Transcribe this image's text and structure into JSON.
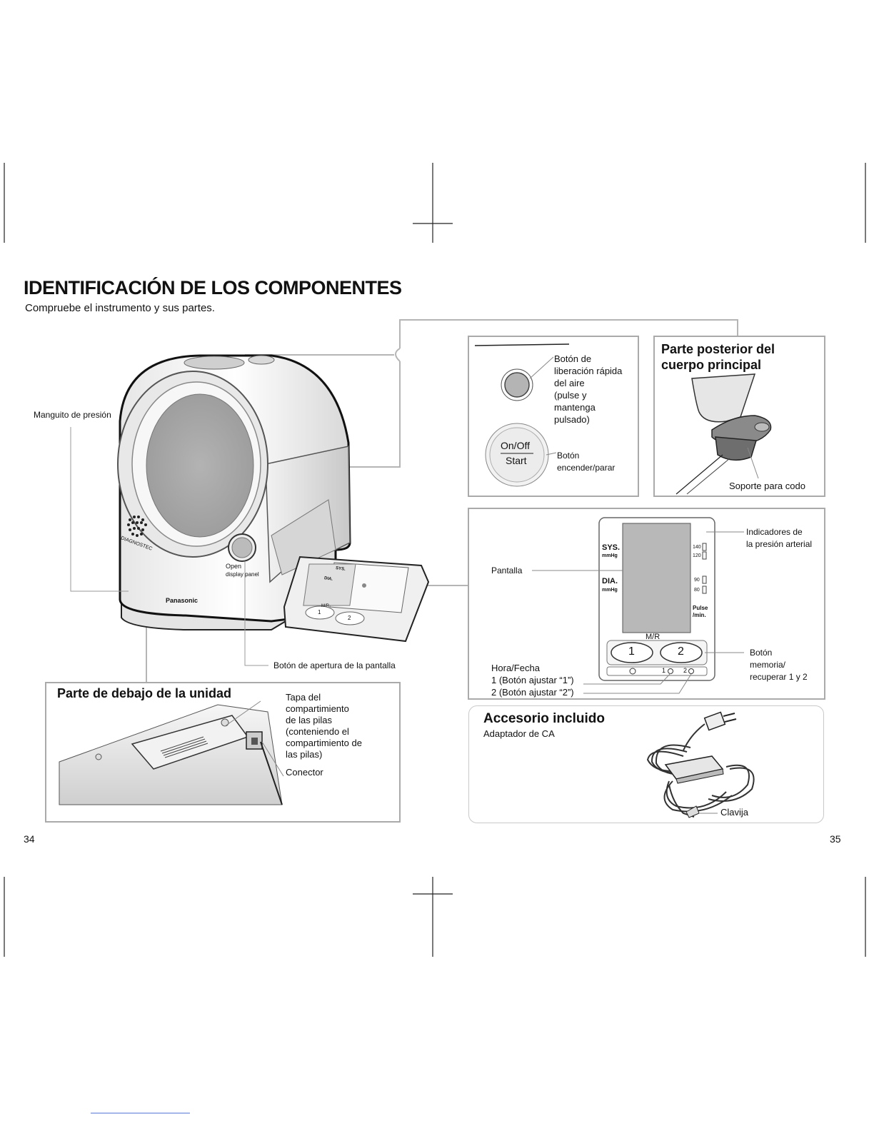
{
  "header": {
    "title": "IDENTIFICACIÓN DE LOS COMPONENTES",
    "subtitle": "Compruebe el instrumento y sus partes."
  },
  "device": {
    "brand": "Panasonic",
    "logo_text": "DIAGNOSTEC",
    "open_label": "Open",
    "display_panel_label": "display panel",
    "mini_sys": "SYS.",
    "mini_dia": "DIA.",
    "mini_mr": "M/R",
    "mini_btn1": "1",
    "mini_btn2": "2"
  },
  "labels": {
    "cuff": "Manguito de presión",
    "display_open_button": "Botón de apertura de la pantalla"
  },
  "buttons_panel": {
    "air_release": "Botón de\nliberación rápida\ndel aire\n(pulse y\nmantenga\npulsado)",
    "onoff_top": "On/Off",
    "onoff_bottom": "Start",
    "onoff_label": "Botón\nencender/parar"
  },
  "back_panel": {
    "title": "Parte posterior del\ncuerpo principal",
    "elbow_rest": "Soporte para codo"
  },
  "display_panel": {
    "screen_label": "Pantalla",
    "sys": "SYS.",
    "sys_unit": "mmHg",
    "dia": "DIA.",
    "dia_unit": "mmHg",
    "scale": [
      "140",
      "120",
      "90",
      "80"
    ],
    "pulse": "Pulse\n/min.",
    "mr": "M/R",
    "btn1": "1",
    "btn2": "2",
    "clock_row_1": "1",
    "clock_row_2": "2",
    "bp_indicators": "Indicadores de\nla presión arterial",
    "memory_button": "Botón\nmemoria/\nrecuperar 1 y 2",
    "time_date": "Hora/Fecha\n1 (Botón ajustar “1”)\n2 (Botón ajustar “2”)"
  },
  "bottom_panel": {
    "title": "Parte de debajo de la unidad",
    "battery_cover": "Tapa del\ncompartimiento\nde las pilas\n(conteniendo el\ncompartimiento de\nlas pilas)",
    "connector": "Conector"
  },
  "accessory_panel": {
    "title": "Accesorio incluido",
    "subtitle": "Adaptador de CA",
    "plug": "Clavija"
  },
  "pages": {
    "left": "34",
    "right": "35"
  }
}
